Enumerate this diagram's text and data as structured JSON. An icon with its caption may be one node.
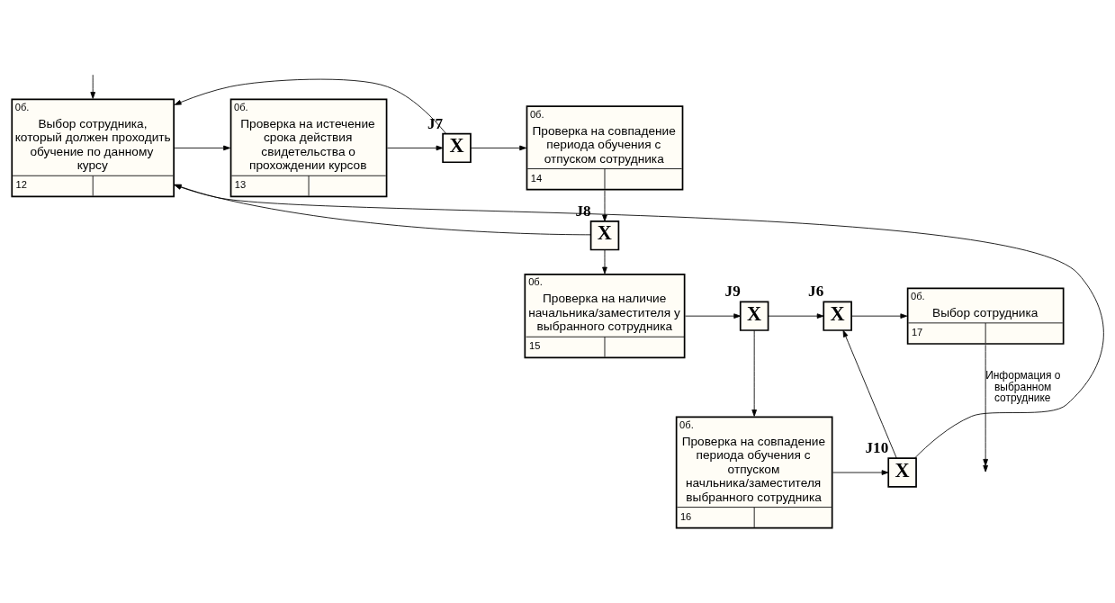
{
  "diagram": {
    "nodes": [
      {
        "text": [
          "0б.",
          "Выбор сотрудника, который должен проходить обучение по данному курсу",
          "12"
        ]
      },
      {
        "text": [
          "0б.",
          "Проверка на истечение срока действия свидетельства о прохождении курсов",
          "13"
        ]
      },
      {
        "text": [
          "X"
        ],
        "beside": [
          "J7"
        ]
      },
      {
        "text": [
          "0б.",
          "Проверка на совпадение периода обучения с отпуском сотрудника",
          "14"
        ]
      },
      {
        "text": [
          "X"
        ],
        "beside": [
          "J8"
        ]
      },
      {
        "text": [
          "0б.",
          "Проверка на наличие начальника/заместителя у выбранного сотрудника",
          "15"
        ]
      },
      {
        "text": [
          "X"
        ],
        "beside": [
          "J9"
        ]
      },
      {
        "text": [
          "X"
        ],
        "beside": [
          "J6"
        ]
      },
      {
        "text": [
          "0б.",
          "Выбор сотрудника",
          "17"
        ]
      },
      {
        "text": [
          "0б.",
          "Проверка на совпадение периода обучения с отпуском начльника/заместителя выбранного сотрудника",
          "16"
        ]
      },
      {
        "text": [
          "X"
        ],
        "beside": [
          "J10"
        ]
      }
    ],
    "edges": [
      {
        "from": null,
        "to": 0,
        "arrow": "to"
      },
      {
        "from": 0,
        "to": 1,
        "arrow": "to"
      },
      {
        "from": 1,
        "to": 2,
        "arrow": "to"
      },
      {
        "from": 2,
        "to": 3,
        "arrow": "to"
      },
      {
        "from": 2,
        "to": 0,
        "arrow": "to"
      },
      {
        "from": 3,
        "to": 4,
        "arrow": "to"
      },
      {
        "from": 4,
        "to": 0,
        "arrow": "to"
      },
      {
        "from": 4,
        "to": 5,
        "arrow": "to"
      },
      {
        "from": 5,
        "to": 6,
        "arrow": "to"
      },
      {
        "from": 6,
        "to": 7,
        "arrow": "to"
      },
      {
        "from": 6,
        "to": 9,
        "arrow": "to"
      },
      {
        "from": 9,
        "to": 10,
        "arrow": "to"
      },
      {
        "from": 10,
        "to": 7,
        "arrow": "to"
      },
      {
        "from": 10,
        "to": 0,
        "arrow": "to"
      },
      {
        "from": 7,
        "to": 8,
        "arrow": "to"
      },
      {
        "from": 8,
        "to": null,
        "arrow": "to",
        "label": "Информация о выбранном сотруднике"
      }
    ]
  }
}
